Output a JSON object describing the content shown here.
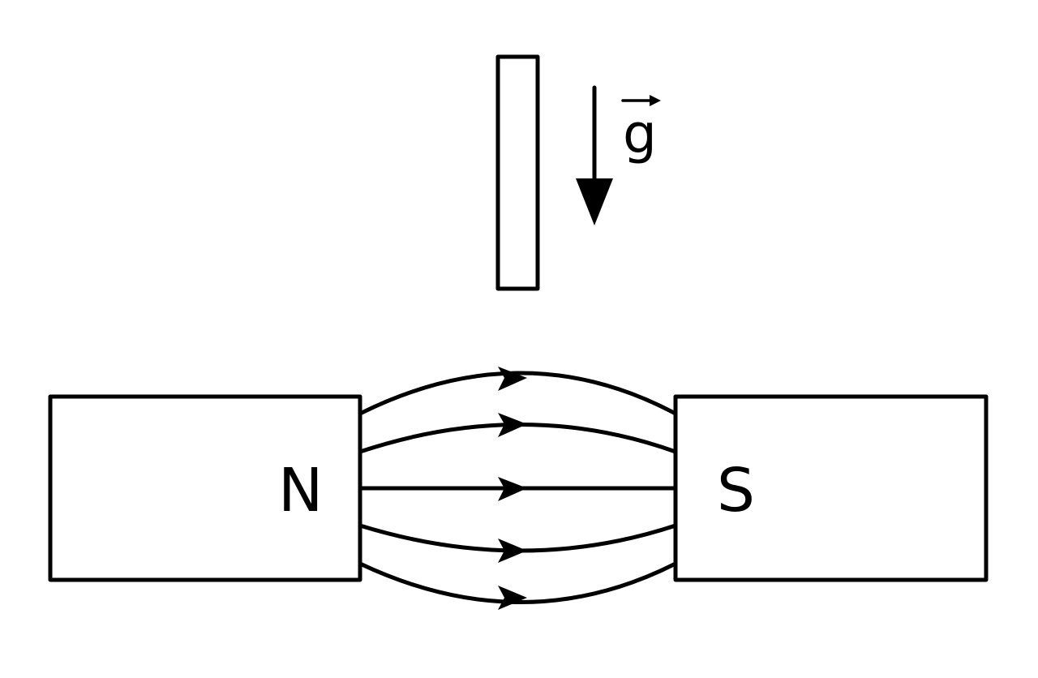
{
  "labels": {
    "north_pole": "N",
    "south_pole": "S",
    "gravity": "g"
  },
  "field_lines": {
    "count": 5,
    "direction": "N-to-S"
  },
  "gravity_vector": {
    "direction": "down",
    "has_vector_arrow": true
  },
  "colors": {
    "ink": "#000000",
    "background": "#ffffff"
  }
}
